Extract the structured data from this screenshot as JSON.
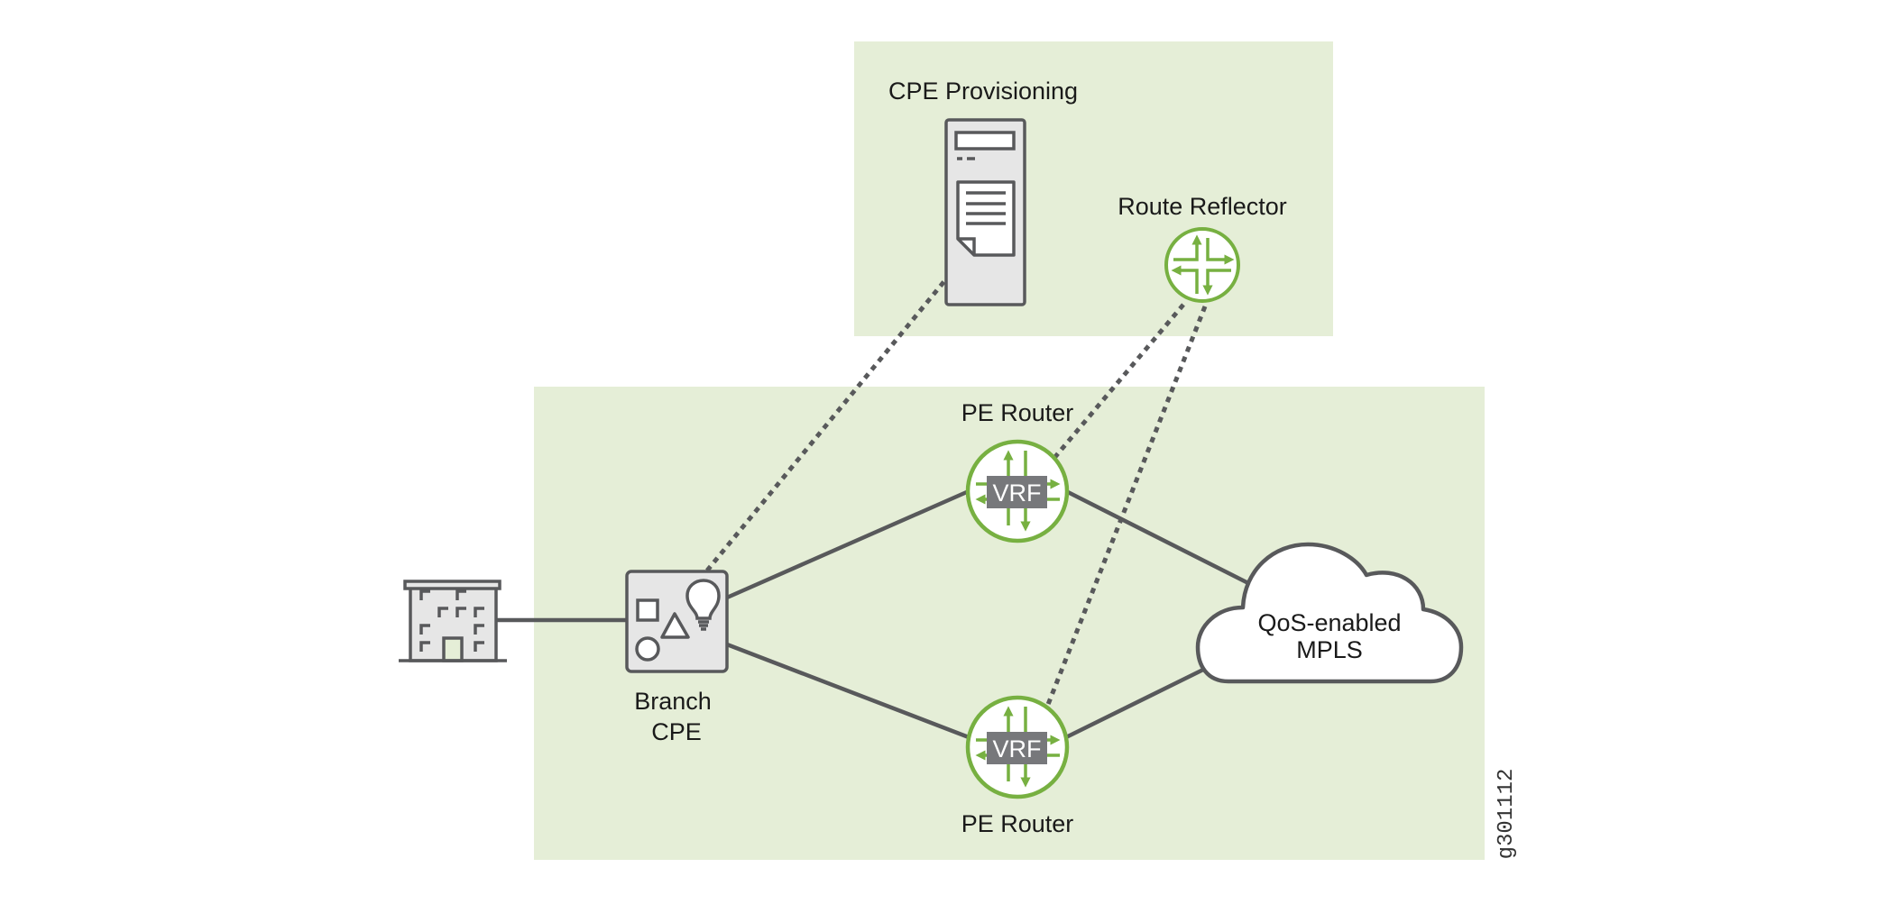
{
  "figure_id": "g301112",
  "colors": {
    "zone_fill": "#e5eed7",
    "link": "#58595b",
    "router_green": "#77b041",
    "vrf_box": "#77787b",
    "device_fill": "#e6e6e6"
  },
  "zones": [
    {
      "name": "provisioning-zone",
      "contains": [
        "cpe-provisioning-server",
        "route-reflector"
      ]
    },
    {
      "name": "branch-network-zone",
      "contains": [
        "branch-cpe",
        "pe-router-top",
        "pe-router-bottom",
        "mpls-cloud"
      ]
    }
  ],
  "nodes": {
    "building": {
      "icon": "building-icon",
      "label": ""
    },
    "branch_cpe": {
      "icon": "branch-cpe-icon",
      "label_line1": "Branch",
      "label_line2": "CPE"
    },
    "cpe_provisioning": {
      "icon": "server-icon",
      "label": "CPE Provisioning"
    },
    "route_reflector": {
      "icon": "router-icon",
      "label": "Route Reflector"
    },
    "pe_router_top": {
      "icon": "router-icon",
      "label": "PE Router",
      "badge": "VRF"
    },
    "pe_router_bottom": {
      "icon": "router-icon",
      "label": "PE Router",
      "badge": "VRF"
    },
    "mpls_cloud": {
      "icon": "cloud-icon",
      "label_line1": "QoS-enabled",
      "label_line2": "MPLS"
    }
  },
  "links": [
    {
      "from": "building",
      "to": "branch_cpe",
      "style": "solid"
    },
    {
      "from": "branch_cpe",
      "to": "pe_router_top",
      "style": "solid"
    },
    {
      "from": "branch_cpe",
      "to": "pe_router_bottom",
      "style": "solid"
    },
    {
      "from": "pe_router_top",
      "to": "mpls_cloud",
      "style": "solid"
    },
    {
      "from": "pe_router_bottom",
      "to": "mpls_cloud",
      "style": "solid"
    },
    {
      "from": "branch_cpe",
      "to": "cpe_provisioning",
      "style": "dotted"
    },
    {
      "from": "route_reflector",
      "to": "pe_router_top",
      "style": "dotted"
    },
    {
      "from": "route_reflector",
      "to": "pe_router_bottom",
      "style": "dotted"
    }
  ]
}
